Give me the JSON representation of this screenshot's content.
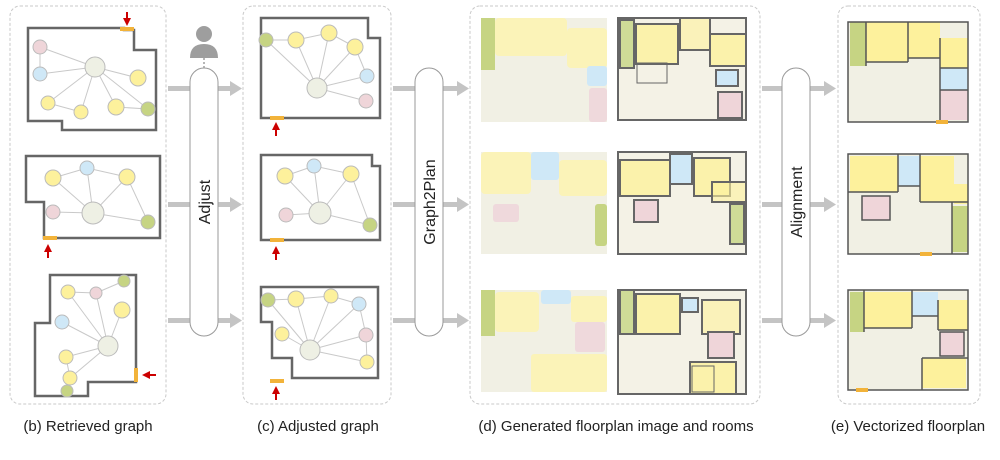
{
  "stages": {
    "adjust": "Adjust",
    "graph2plan": "Graph2Plan",
    "alignment": "Alignment"
  },
  "captions": {
    "retrieved": "(b) Retrieved graph",
    "adjusted": "(c) Adjusted graph",
    "generated": "(d) Generated floorplan image and rooms",
    "vectorized": "(e) Vectorized floorplan"
  },
  "icons": {
    "user": "user-icon",
    "door_marker": "arrow-icon"
  },
  "colors": {
    "yellow_node": "#fdf19c",
    "green_node": "#c6d483",
    "blue_node": "#cfe8f7",
    "pink_node": "#efd5d9",
    "living_node": "#eef0e4",
    "wall": "#555555",
    "door": "#f2b33a",
    "arrow_red": "#cc0000",
    "panel_border": "#c9c9c9",
    "flow_arrow": "#c4c4c4"
  }
}
